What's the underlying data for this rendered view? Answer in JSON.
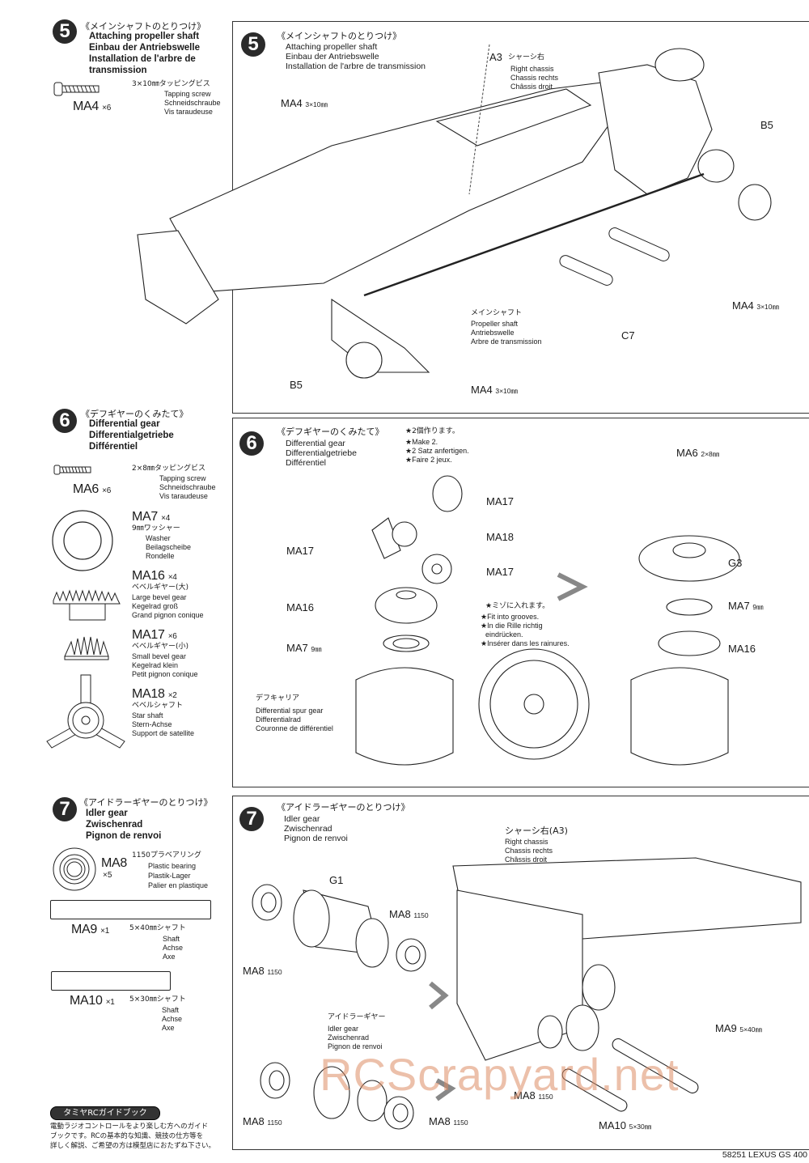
{
  "footer": {
    "page_label": "58251 LEXUS GS 400"
  },
  "watermark": "RCScrapyard.net",
  "sidebar": {
    "step5": {
      "number": "5",
      "title_jp": "《メインシャフトのとりつけ》",
      "title_en": "Attaching propeller shaft",
      "title_de": "Einbau der Antriebswelle",
      "title_fr": "Installation de l'arbre de transmission",
      "parts": [
        {
          "code": "MA4",
          "qty": "×6",
          "jp": "3×10㎜タッピングビス",
          "en": "Tapping screw",
          "de": "Schneidschraube",
          "fr": "Vis taraudeuse",
          "icon": "screw-icon"
        }
      ]
    },
    "step6": {
      "number": "6",
      "title_jp": "《デフギヤーのくみたて》",
      "title_en": "Differential gear",
      "title_de": "Differentialgetriebe",
      "title_fr": "Différentiel",
      "parts": [
        {
          "code": "MA6",
          "qty": "×6",
          "jp": "2×8㎜タッピングビス",
          "en": "Tapping screw",
          "de": "Schneidschraube",
          "fr": "Vis taraudeuse",
          "icon": "screw-icon"
        },
        {
          "code": "MA7",
          "qty": "×4",
          "jp": "9㎜ワッシャー",
          "en": "Washer",
          "de": "Beilagscheibe",
          "fr": "Rondelle",
          "icon": "washer-icon"
        },
        {
          "code": "MA16",
          "qty": "×4",
          "jp": "ベベルギヤー(大)",
          "en": "Large bevel gear",
          "de": "Kegelrad groß",
          "fr": "Grand pignon conique",
          "icon": "large-bevel-gear-icon"
        },
        {
          "code": "MA17",
          "qty": "×6",
          "jp": "ベベルギヤー(小)",
          "en": "Small bevel gear",
          "de": "Kegelrad klein",
          "fr": "Petit pignon conique",
          "icon": "small-bevel-gear-icon"
        },
        {
          "code": "MA18",
          "qty": "×2",
          "jp": "ベベルシャフト",
          "en": "Star shaft",
          "de": "Stern-Achse",
          "fr": "Support de satellite",
          "icon": "star-shaft-icon"
        }
      ]
    },
    "step7": {
      "number": "7",
      "title_jp": "《アイドラーギヤーのとりつけ》",
      "title_en": "Idler gear",
      "title_de": "Zwischenrad",
      "title_fr": "Pignon de renvoi",
      "parts": [
        {
          "code": "MA8",
          "qty": "×5",
          "jp": "1150プラベアリング",
          "en": "Plastic bearing",
          "de": "Plastik-Lager",
          "fr": "Palier en plastique",
          "icon": "bearing-icon"
        },
        {
          "code": "MA9",
          "qty": "×1",
          "jp": "5×40㎜シャフト",
          "en": "Shaft",
          "de": "Achse",
          "fr": "Axe",
          "icon": "shaft-icon"
        },
        {
          "code": "MA10",
          "qty": "×1",
          "jp": "5×30㎜シャフト",
          "en": "Shaft",
          "de": "Achse",
          "fr": "Axe",
          "icon": "shaft-icon"
        }
      ]
    },
    "guide": {
      "badge": "タミヤRCガイドブック",
      "text_1": "電動ラジオコントロールをより楽しむ方へのガイド",
      "text_2": "ブックです。RCの基本的な知識、競技の仕方等を",
      "text_3": "詳しく解説、ご希望の方は模型店におたずね下さい。"
    }
  },
  "panel5": {
    "number": "5",
    "title_jp": "《メインシャフトのとりつけ》",
    "title_en": "Attaching propeller shaft",
    "title_de": "Einbau der Antriebswelle",
    "title_fr": "Installation de l'arbre de transmission",
    "callouts": {
      "a3": {
        "code": "A3",
        "jp": "シャーシ右",
        "en": "Right chassis",
        "de": "Chassis rechts",
        "fr": "Châssis droit"
      },
      "ma4_top": {
        "code": "MA4",
        "size": "3×10㎜"
      },
      "b5_right": {
        "code": "B5"
      },
      "ma4_right": {
        "code": "MA4",
        "size": "3×10㎜"
      },
      "shaft": {
        "jp": "メインシャフト",
        "en": "Propeller shaft",
        "de": "Antriebswelle",
        "fr": "Arbre de transmission"
      },
      "c7": {
        "code": "C7"
      },
      "b5_left": {
        "code": "B5"
      },
      "ma4_bottom": {
        "code": "MA4",
        "size": "3×10㎜"
      }
    }
  },
  "panel6": {
    "number": "6",
    "title_jp": "《デフギヤーのくみたて》",
    "title_en": "Differential gear",
    "title_de": "Differentialgetriebe",
    "title_fr": "Différentiel",
    "note": {
      "jp": "★2個作ります。",
      "en": "★Make 2.",
      "de": "★2 Satz anfertigen.",
      "fr": "★Faire 2 jeux."
    },
    "groove_note": {
      "jp": "★ミゾに入れます。",
      "en": "★Fit into grooves.",
      "de_1": "★In die Rille richtig",
      "de_2": "eindrücken.",
      "fr": "★Insérer dans les rainures."
    },
    "callouts": {
      "ma17_a": "MA17",
      "ma18": "MA18",
      "ma17_b": "MA17",
      "ma17_c": "MA17",
      "ma16_left": "MA16",
      "ma7_left": "MA7",
      "ma7_left_size": "9㎜",
      "ma6": "MA6",
      "ma6_size": "2×8㎜",
      "g3": "G3",
      "ma7_right": "MA7",
      "ma7_right_size": "9㎜",
      "ma16_right": "MA16"
    },
    "carrier": {
      "jp": "デフキャリア",
      "en": "Differential spur gear",
      "de": "Differentialrad",
      "fr": "Couronne de différentiel"
    }
  },
  "panel7": {
    "number": "7",
    "title_jp": "《アイドラーギヤーのとりつけ》",
    "title_en": "Idler gear",
    "title_de": "Zwischenrad",
    "title_fr": "Pignon de renvoi",
    "chassis": {
      "jp": "シャーシ右(A3)",
      "en": "Right chassis",
      "de": "Chassis rechts",
      "fr": "Châssis droit"
    },
    "idler": {
      "jp": "アイドラーギヤー",
      "en": "Idler gear",
      "de": "Zwischenrad",
      "fr": "Pignon de renvoi"
    },
    "callouts": {
      "g1": "G1",
      "ma8": "MA8",
      "ma8_size": "1150",
      "ma9": "MA9",
      "ma9_size": "5×40㎜",
      "ma10": "MA10",
      "ma10_size": "5×30㎜"
    }
  }
}
